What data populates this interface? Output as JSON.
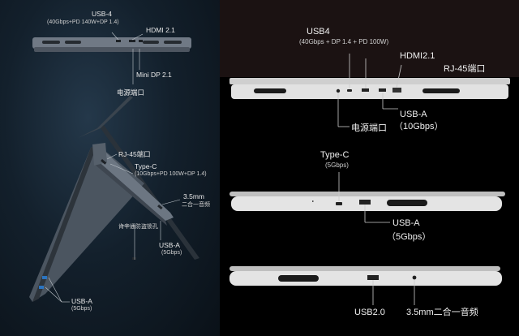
{
  "left_panel": {
    "top_view": {
      "usb4_title": "USB-4",
      "usb4_sub": "(40Gbps+PD 140W+DP 1.4)",
      "hdmi": "HDMI 2.1",
      "minidp": "Mini DP 2.1",
      "power": "电源端口"
    },
    "angled_view": {
      "rj45": "RJ-45端口",
      "typec_title": "Type-C",
      "typec_sub": "(10Gbps+PD 100W+DP 1.4)",
      "audio_line1": "3.5mm",
      "audio_line2": "二合一音频",
      "lock": "肯辛通防盗锁孔",
      "usba_right_title": "USB-A",
      "usba_right_sub": "(5Gbps)",
      "usba_left_title": "USB-A",
      "usba_left_sub": "(5Gbps)"
    }
  },
  "right_panel": {
    "back_view": {
      "usb4_title": "USB4",
      "usb4_sub": "(40Gbps + DP 1.4 + PD 100W)",
      "hdmi": "HDMI2.1",
      "rj45": "RJ-45端口",
      "usba_title": "USB-A",
      "usba_sub": "（10Gbps）",
      "power": "电源端口"
    },
    "side_view_1": {
      "typec_title": "Type-C",
      "typec_sub": "(5Gbps)",
      "usba_title": "USB-A",
      "usba_sub": "（5Gbps）"
    },
    "side_view_2": {
      "usb2": "USB2.0",
      "audio": "3.5mm二合一音频"
    }
  },
  "colors": {
    "left_background": "#13202c",
    "right_background": "#000000",
    "right_top_band": "#1b1212",
    "laptop_silver": "#d9d9d9",
    "laptop_dark": "#5b6470"
  }
}
